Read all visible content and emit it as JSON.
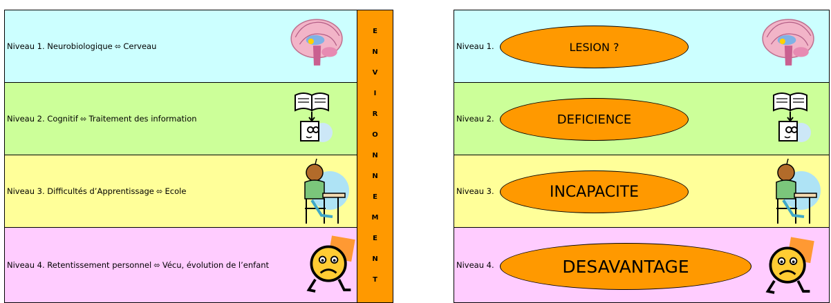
{
  "left": {
    "rows": [
      {
        "label": "Niveau 1. Neurobiologique",
        "arrow": "⬄",
        "target": "Cerveau"
      },
      {
        "label": "Niveau 2. Cognitif",
        "arrow": "⬄",
        "target": "Traitement des information"
      },
      {
        "label": "Niveau 3. Difficultés d’Apprentissage",
        "arrow": "⬄",
        "target": "Ecole"
      },
      {
        "label": "Niveau 4. Retentissement personnel",
        "arrow": "⬄",
        "target": "Vécu, évolution de l’enfant"
      }
    ],
    "environment_letters": [
      "E",
      "N",
      "V",
      "I",
      "R",
      "O",
      "N",
      "N",
      "E",
      "M",
      "E",
      "N",
      "T"
    ]
  },
  "right": {
    "rows": [
      {
        "label": "Niveau 1.",
        "term": "LESION ?"
      },
      {
        "label": "Niveau 2.",
        "term": "DEFICIENCE"
      },
      {
        "label": "Niveau 3.",
        "term": "INCAPACITE"
      },
      {
        "label": "Niveau 4.",
        "term": "DESAVANTAGE"
      }
    ]
  },
  "icons": [
    "brain-icon",
    "book-reader-icon",
    "student-at-desk-icon",
    "sad-face-icon"
  ],
  "colors": {
    "level1": "#ccffff",
    "level2": "#ccff99",
    "level3": "#ffff99",
    "level4": "#ffccff",
    "accent": "#ff9900"
  }
}
